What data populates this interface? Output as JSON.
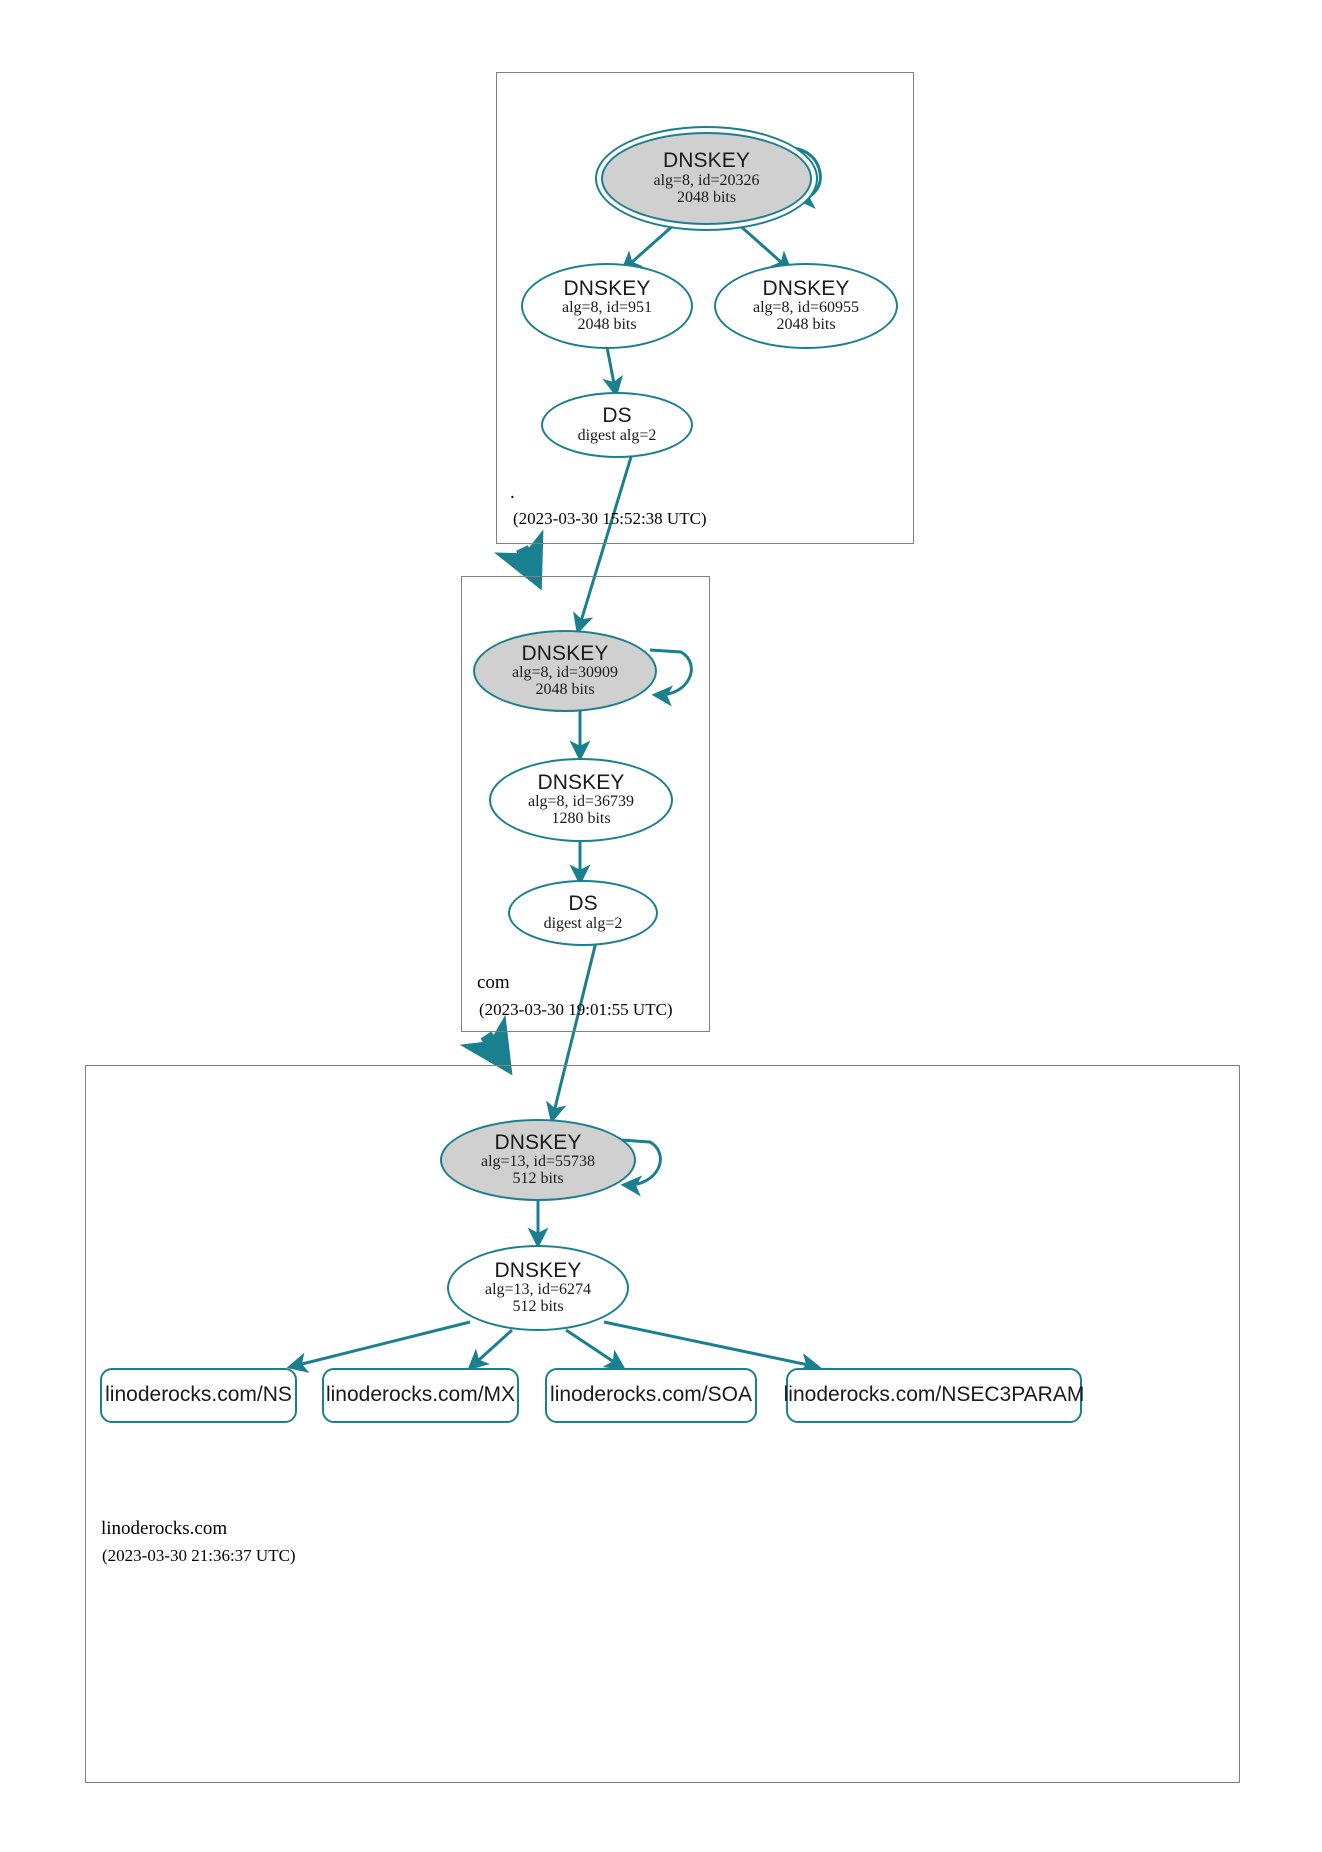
{
  "diagram": {
    "type": "dnssec-chain-of-trust",
    "accent_color": "#1a7f8e",
    "secure_node_fill": "#d0d0d0",
    "zone_border_color": "#808080"
  },
  "zones": [
    {
      "id": "root",
      "label": ".",
      "timestamp": "(2023-03-30 15:52:38 UTC)",
      "nodes": [
        {
          "id": "root-ksk",
          "type": "DNSKEY",
          "title": "DNSKEY",
          "params": "alg=8, id=20326",
          "size": "2048 bits",
          "style": "trust-anchor",
          "self_signed": true
        },
        {
          "id": "root-zsk-951",
          "type": "DNSKEY",
          "title": "DNSKEY",
          "params": "alg=8, id=951",
          "size": "2048 bits",
          "style": "normal",
          "self_signed": false
        },
        {
          "id": "root-zsk-60955",
          "type": "DNSKEY",
          "title": "DNSKEY",
          "params": "alg=8, id=60955",
          "size": "2048 bits",
          "style": "normal",
          "self_signed": false
        },
        {
          "id": "root-ds",
          "type": "DS",
          "title": "DS",
          "params": "digest alg=2",
          "size": "",
          "style": "normal",
          "self_signed": false
        }
      ]
    },
    {
      "id": "com",
      "label": "com",
      "timestamp": "(2023-03-30 19:01:55 UTC)",
      "nodes": [
        {
          "id": "com-ksk",
          "type": "DNSKEY",
          "title": "DNSKEY",
          "params": "alg=8, id=30909",
          "size": "2048 bits",
          "style": "secure",
          "self_signed": true
        },
        {
          "id": "com-zsk",
          "type": "DNSKEY",
          "title": "DNSKEY",
          "params": "alg=8, id=36739",
          "size": "1280 bits",
          "style": "normal",
          "self_signed": false
        },
        {
          "id": "com-ds",
          "type": "DS",
          "title": "DS",
          "params": "digest alg=2",
          "size": "",
          "style": "normal",
          "self_signed": false
        }
      ]
    },
    {
      "id": "linoderocks",
      "label": "linoderocks.com",
      "timestamp": "(2023-03-30 21:36:37 UTC)",
      "nodes": [
        {
          "id": "lr-ksk",
          "type": "DNSKEY",
          "title": "DNSKEY",
          "params": "alg=13, id=55738",
          "size": "512 bits",
          "style": "secure",
          "self_signed": true
        },
        {
          "id": "lr-zsk",
          "type": "DNSKEY",
          "title": "DNSKEY",
          "params": "alg=13, id=6274",
          "size": "512 bits",
          "style": "normal",
          "self_signed": false
        }
      ],
      "rrsets": [
        {
          "id": "rr-ns",
          "label": "linoderocks.com/NS"
        },
        {
          "id": "rr-mx",
          "label": "linoderocks.com/MX"
        },
        {
          "id": "rr-soa",
          "label": "linoderocks.com/SOA"
        },
        {
          "id": "rr-nsec3param",
          "label": "linoderocks.com/NSEC3PARAM"
        }
      ]
    }
  ]
}
